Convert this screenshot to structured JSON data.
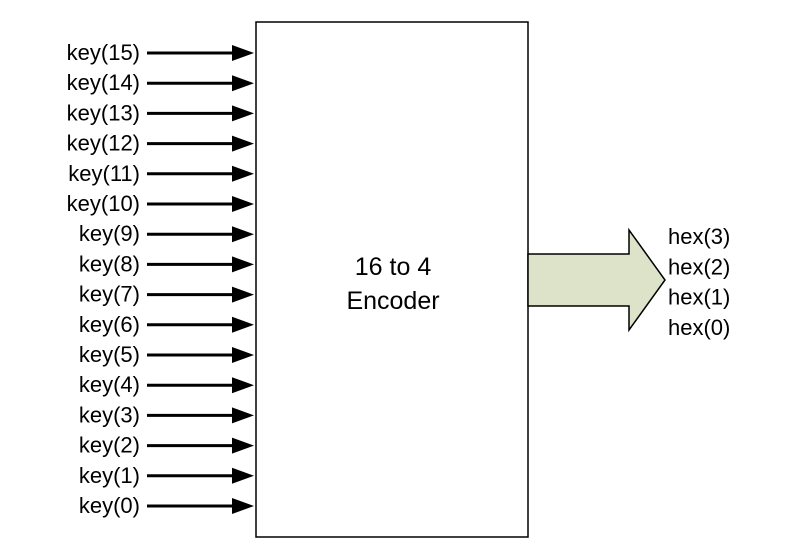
{
  "encoder": {
    "line1": "16 to 4",
    "line2": "Encoder"
  },
  "inputs": [
    "key(15)",
    "key(14)",
    "key(13)",
    "key(12)",
    "key(11)",
    "key(10)",
    "key(9)",
    "key(8)",
    "key(7)",
    "key(6)",
    "key(5)",
    "key(4)",
    "key(3)",
    "key(2)",
    "key(1)",
    "key(0)"
  ],
  "outputs": [
    "hex(3)",
    "hex(2)",
    "hex(1)",
    "hex(0)"
  ],
  "colors": {
    "output_arrow_fill": "#dde3c8",
    "stroke": "#000000"
  }
}
